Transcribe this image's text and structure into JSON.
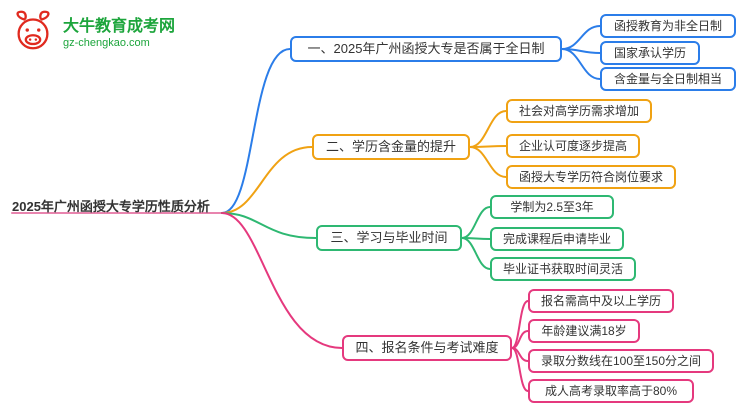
{
  "site": {
    "name": "大牛教育成考网",
    "url": "gz-chengkao.com",
    "brand_green": "#1da53c",
    "brand_red": "#e02a1f"
  },
  "root": {
    "label": "2025年广州函授大专学历性质分析",
    "underline_color": "#e884ae"
  },
  "branches": [
    {
      "label": "一、2025年广州函授大专是否属于全日制",
      "color": "#2b7de9",
      "children": [
        "函授教育为非全日制",
        "国家承认学历",
        "含金量与全日制相当"
      ]
    },
    {
      "label": "二、学历含金量的提升",
      "color": "#f0a213",
      "children": [
        "社会对高学历需求增加",
        "企业认可度逐步提高",
        "函授大专学历符合岗位要求"
      ]
    },
    {
      "label": "三、学习与毕业时间",
      "color": "#2eb872",
      "children": [
        "学制为2.5至3年",
        "完成课程后申请毕业",
        "毕业证书获取时间灵活"
      ]
    },
    {
      "label": "四、报名条件与考试难度",
      "color": "#e5397e",
      "children": [
        "报名需高中及以上学历",
        "年龄建议满18岁",
        "录取分数线在100至150分之间",
        "成人高考录取率高于80%"
      ]
    }
  ]
}
